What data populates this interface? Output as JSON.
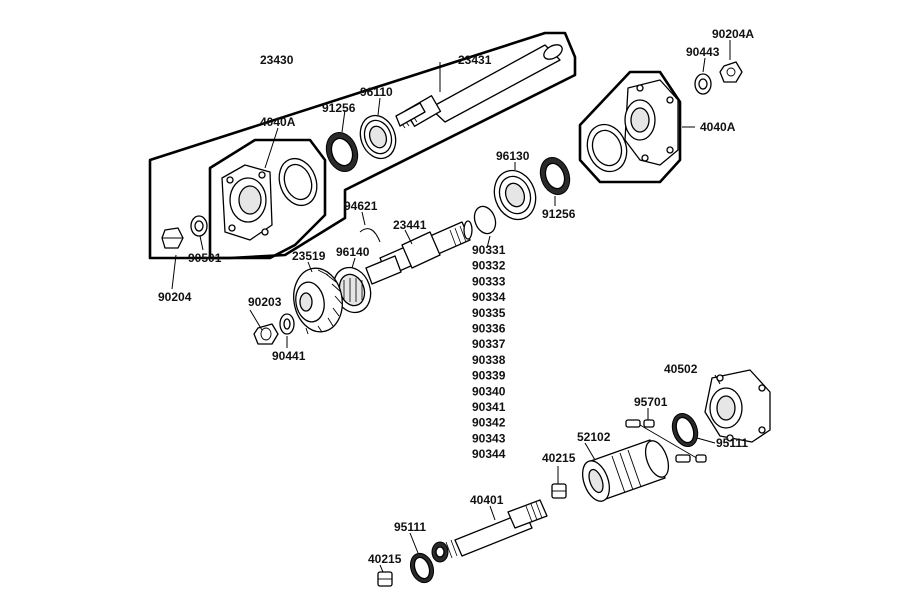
{
  "labels": {
    "l23430": "23430",
    "l23431": "23431",
    "l96110": "96110",
    "l91256a": "91256",
    "l4040Aa": "4040A",
    "l90204a": "90204",
    "l90501": "90501",
    "l90443": "90443",
    "l90204A": "90204A",
    "l4040Ab": "4040A",
    "l96130": "96130",
    "l91256b": "91256",
    "l94621": "94621",
    "l23441": "23441",
    "l96140": "96140",
    "l23519": "23519",
    "l90203": "90203",
    "l90441": "90441",
    "l40502": "40502",
    "l95701": "95701",
    "l95111a": "95111",
    "l52102": "52102",
    "l40215a": "40215",
    "l40401": "40401",
    "l95111b": "95111",
    "l40215b": "40215"
  },
  "shim_list": [
    "90331",
    "90332",
    "90333",
    "90334",
    "90335",
    "90336",
    "90337",
    "90338",
    "90339",
    "90340",
    "90341",
    "90342",
    "90343",
    "90344"
  ]
}
